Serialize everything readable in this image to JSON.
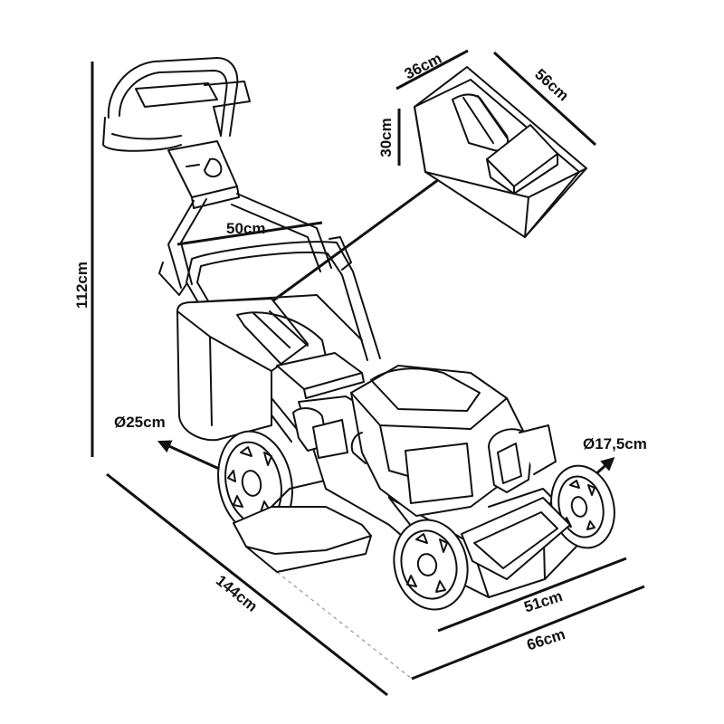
{
  "product": "lawn-mower",
  "colors": {
    "ink": "#111111",
    "background": "#ffffff",
    "guide": "#999999"
  },
  "dimensions": {
    "height": "112cm",
    "handle_width": "50cm",
    "box_depth": "36cm",
    "box_length": "56cm",
    "box_height": "30cm",
    "rear_wheel": "Ø25cm",
    "front_wheel": "Ø17,5cm",
    "length": "144cm",
    "cutting_width": "51cm",
    "width": "66cm"
  },
  "icons": [
    "mower-outline",
    "grass-box-outline",
    "arrow-icon"
  ]
}
